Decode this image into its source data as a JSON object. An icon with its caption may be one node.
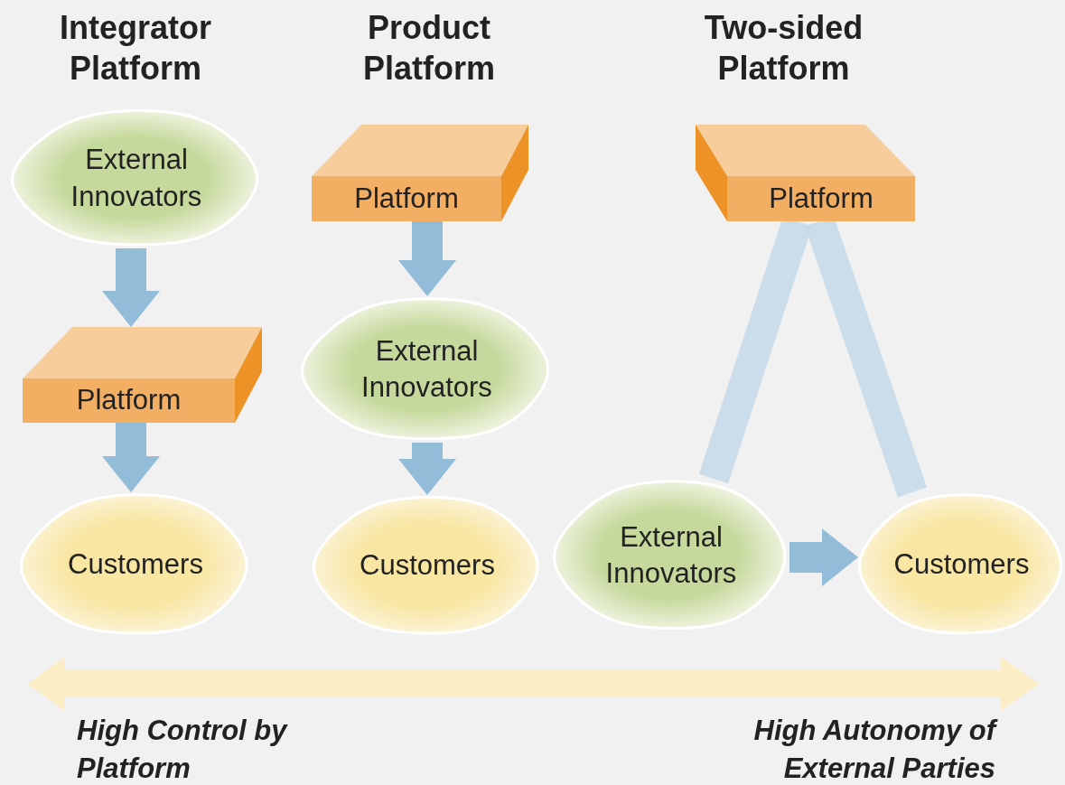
{
  "diagram": {
    "nodes": [
      {
        "text": [
          "External Innovators"
        ]
      },
      {
        "text": [
          "Platform"
        ]
      },
      {
        "text": [
          "Customers"
        ]
      },
      {
        "text": [
          "Platform"
        ]
      },
      {
        "text": [
          "External Innovators"
        ]
      },
      {
        "text": [
          "Customers"
        ]
      },
      {
        "text": [
          "Platform"
        ]
      },
      {
        "text": [
          "External Innovators"
        ]
      },
      {
        "text": [
          "Customers"
        ]
      }
    ],
    "edges": [
      {
        "from": 0,
        "to": 1,
        "arrow": "to"
      },
      {
        "from": 1,
        "to": 2,
        "arrow": "to"
      },
      {
        "from": 3,
        "to": 4,
        "arrow": "to"
      },
      {
        "from": 4,
        "to": 5,
        "arrow": "to"
      },
      {
        "from": 6,
        "to": 7,
        "arrow": "none",
        "color": "#c4d9ea"
      },
      {
        "from": 6,
        "to": 8,
        "arrow": "none",
        "color": "#c4d9ea"
      },
      {
        "from": 7,
        "to": 8,
        "arrow": "to"
      }
    ],
    "labels": [
      "Integrator Platform",
      "Product Platform",
      "Two-sided Platform",
      "High Control by Platform",
      "High Autonomy of External Parties"
    ]
  }
}
